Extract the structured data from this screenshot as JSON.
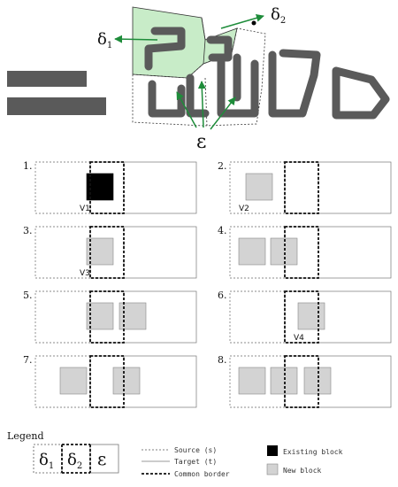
{
  "greek": {
    "delta1": "δ",
    "delta1_sub": "1",
    "delta2": "δ",
    "delta2_sub": "2",
    "epsilon": "ε"
  },
  "panels": [
    {
      "number": "1.",
      "blocks": [
        {
          "kind": "existing",
          "label": "V1"
        }
      ]
    },
    {
      "number": "2.",
      "blocks": [
        {
          "kind": "new",
          "label": "V2"
        }
      ]
    },
    {
      "number": "3.",
      "blocks": [
        {
          "kind": "new",
          "label": "V3"
        }
      ]
    },
    {
      "number": "4.",
      "blocks": [
        {
          "kind": "new",
          "label": ""
        },
        {
          "kind": "new",
          "label": ""
        }
      ]
    },
    {
      "number": "5.",
      "blocks": [
        {
          "kind": "new",
          "label": ""
        },
        {
          "kind": "new",
          "label": ""
        }
      ]
    },
    {
      "number": "6.",
      "blocks": [
        {
          "kind": "new",
          "label": "V4"
        }
      ]
    },
    {
      "number": "7.",
      "blocks": [
        {
          "kind": "new",
          "label": ""
        },
        {
          "kind": "new",
          "label": ""
        }
      ]
    },
    {
      "number": "8.",
      "blocks": [
        {
          "kind": "new",
          "label": ""
        },
        {
          "kind": "new",
          "label": ""
        },
        {
          "kind": "new",
          "label": ""
        }
      ]
    }
  ],
  "legend": {
    "title": "Legend",
    "cells": [
      {
        "symbol": "δ",
        "sub": "1"
      },
      {
        "symbol": "δ",
        "sub": "2"
      },
      {
        "symbol": "ε",
        "sub": ""
      }
    ],
    "lines": [
      "Source (s)",
      "Target (t)",
      "Common border"
    ],
    "blocks": [
      "Existing block",
      "New block"
    ]
  },
  "colors": {
    "existing": "#000000",
    "new": "#d3d3d3",
    "region": "#c8ecc8",
    "arrow": "#1e8c3a",
    "shape": "#5a5a5a"
  }
}
